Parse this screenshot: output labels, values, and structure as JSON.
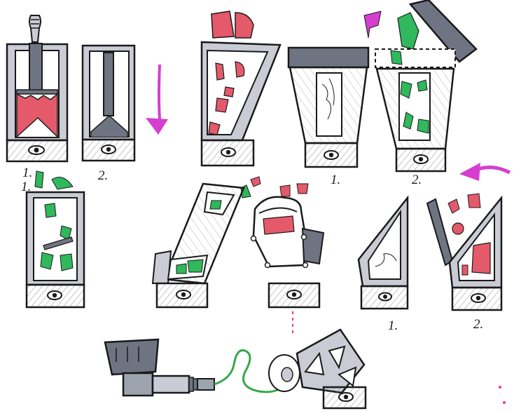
{
  "step_labels": {
    "row1_left_1": "1.",
    "row1_left_2": "2.",
    "row1_right_1": "1.",
    "row1_right_2": "2.",
    "row2_left_1": "1.",
    "row2_right_1": "1.",
    "row2_right_2": "2."
  },
  "colors": {
    "paper": "#ffffff",
    "ink": "#1a1a1a",
    "metal_dark": "#6f7483",
    "metal_mid": "#9ea3b0",
    "metal_light": "#c9ccd4",
    "pink_pieces": "#e45a6b",
    "green_pieces": "#2fb85c",
    "magenta_arrow": "#d43fd0",
    "cable_green": "#35a84a",
    "pink_dots": "#ef3f6a"
  },
  "icons": [
    "eye-icon",
    "down-arrow",
    "curved-arrow",
    "camera-lens"
  ]
}
